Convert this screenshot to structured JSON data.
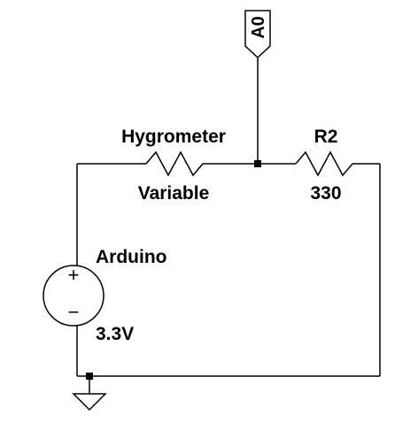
{
  "net_label": {
    "name": "A0"
  },
  "hygrometer": {
    "name": "Hygrometer",
    "value": "Variable"
  },
  "r2": {
    "name": "R2",
    "value": "330"
  },
  "source": {
    "name": "Arduino",
    "value": "3.3V",
    "plus_sign": "+",
    "minus_sign": "−"
  },
  "ground": {
    "symbol": "ground-icon"
  }
}
